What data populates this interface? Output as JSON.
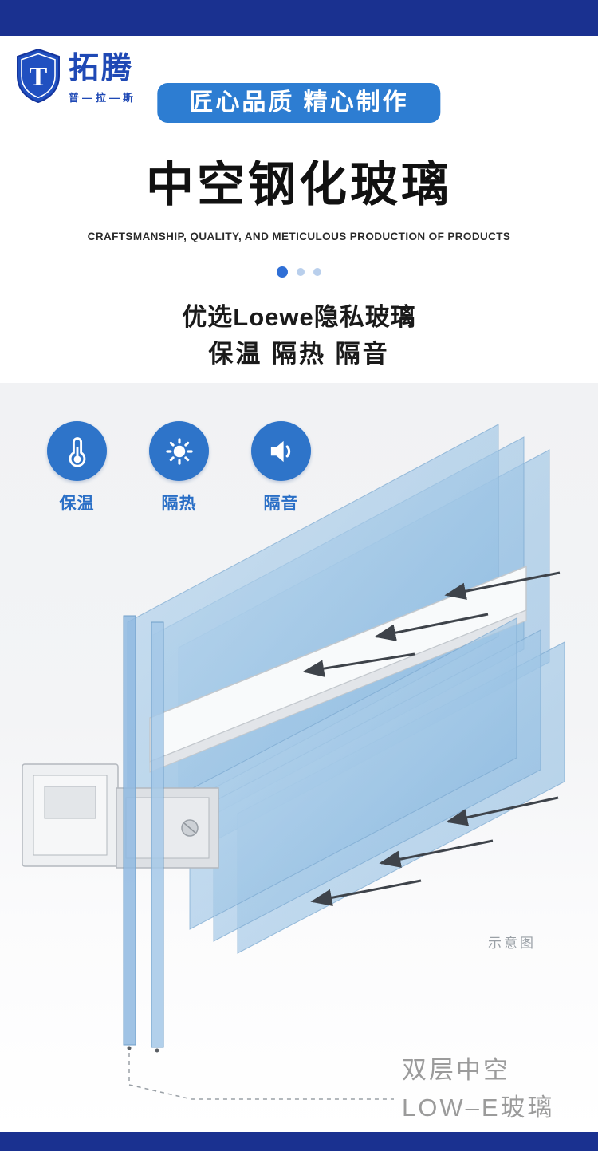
{
  "brand": {
    "letter": "T",
    "name": "拓腾",
    "subtitle": "普—拉—斯"
  },
  "badge": {
    "label": "匠心品质 精心制作"
  },
  "hero": {
    "title": "中空钢化玻璃",
    "subtitle": "CRAFTSMANSHIP, QUALITY, AND METICULOUS PRODUCTION OF PRODUCTS"
  },
  "carousel": {
    "count": 3,
    "active_index": 0
  },
  "intro": {
    "line1": "优选Loewe隐私玻璃",
    "line2": "保温 隔热 隔音"
  },
  "features": [
    {
      "icon": "thermometer-icon",
      "label": "保温"
    },
    {
      "icon": "sun-icon",
      "label": "隔热"
    },
    {
      "icon": "speaker-icon",
      "label": "隔音"
    }
  ],
  "diagram": {
    "note": "示意图",
    "caption_line1": "双层中空",
    "caption_line2": "LOW–E玻璃"
  },
  "colors": {
    "top_bar": "#1a3190",
    "badge": "#2d7dd2",
    "feature_circle": "#2e74c9",
    "active_dot": "#2f6fd6",
    "glass_blue": "#8fb9e0"
  }
}
